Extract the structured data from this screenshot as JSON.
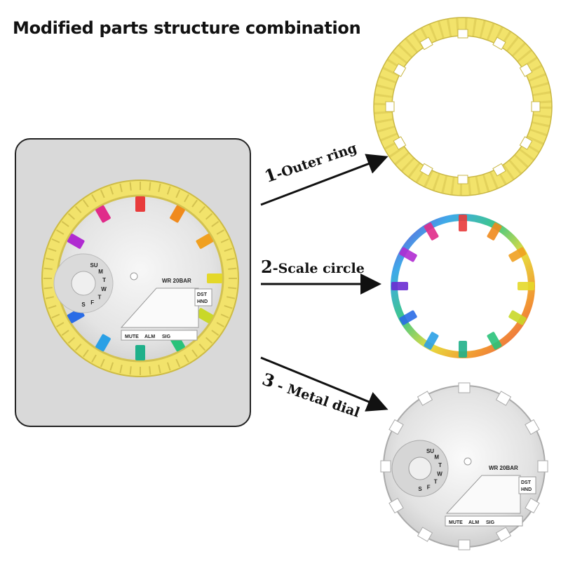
{
  "title": "Modified parts structure combination",
  "labels": [
    {
      "num": "1",
      "text": "-Outer ring"
    },
    {
      "num": "2",
      "text": "-Scale circle"
    },
    {
      "num": "3",
      "text": " - Metal dial"
    }
  ],
  "dial": {
    "wr": "WR 20BAR",
    "dst": "DST",
    "hnd": "HND",
    "mute": "MUTE",
    "alm": "ALM",
    "sig": "SIG",
    "days": [
      "SU",
      "M",
      "T",
      "W",
      "T",
      "F",
      "S"
    ]
  },
  "colors": {
    "ring": "#f2e36b",
    "ring_dark": "#d8c64a",
    "panel": "#d9d9d9",
    "silver": "#e6e6e6"
  }
}
